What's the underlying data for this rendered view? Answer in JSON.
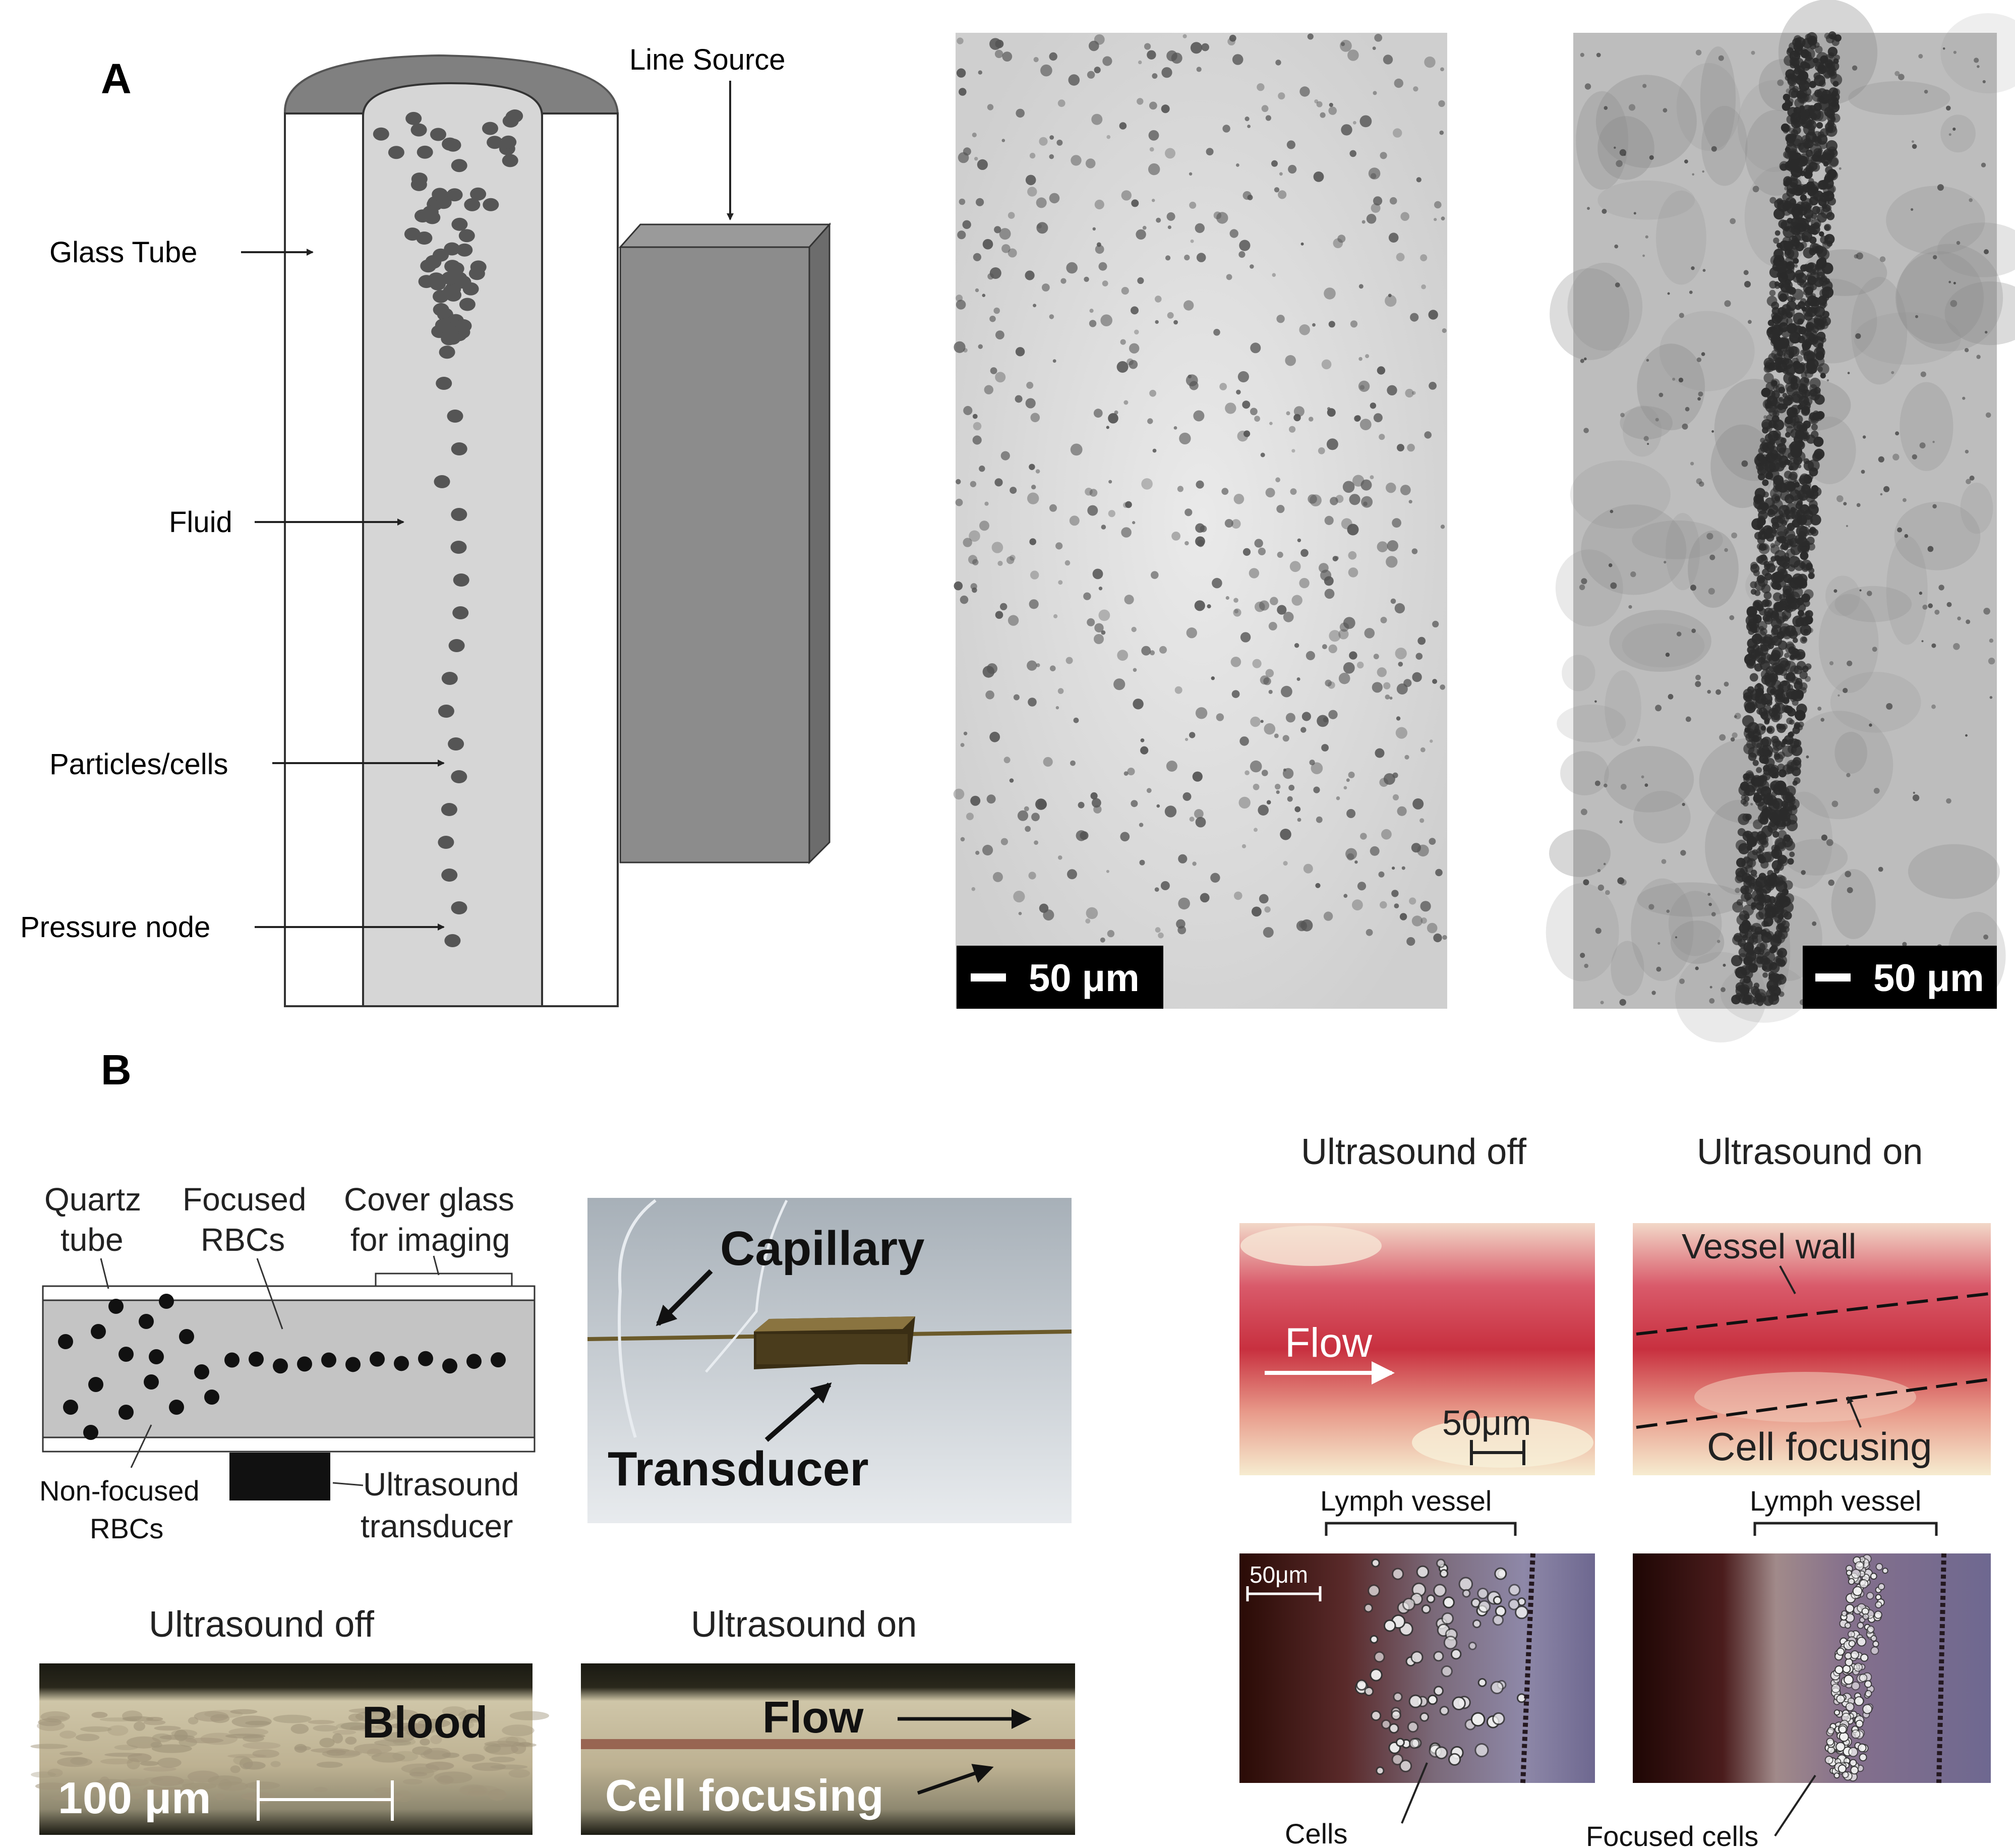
{
  "panel_a": {
    "letter": "A",
    "labels": {
      "line_source": "Line Source",
      "glass_tube": "Glass Tube",
      "fluid": "Fluid",
      "particles": "Particles/cells",
      "pressure_node": "Pressure node"
    },
    "scale_bar_1": "50 μm",
    "scale_bar_2": "50 μm"
  },
  "panel_b": {
    "letter": "B",
    "schematic": {
      "quartz_1": "Quartz",
      "quartz_2": "tube",
      "focused_1": "Focused",
      "focused_2": "RBCs",
      "cover_1": "Cover glass",
      "cover_2": "for imaging",
      "nonfocused_1": "Non-focused",
      "nonfocused_2": "RBCs",
      "us_1": "Ultrasound",
      "us_2": "transducer"
    },
    "photo": {
      "capillary": "Capillary",
      "transducer": "Transducer"
    },
    "bottom_left": {
      "off_title": "Ultrasound off",
      "on_title": "Ultrasound on",
      "blood": "Blood",
      "scale": "100 μm",
      "flow": "Flow",
      "cell_focusing": "Cell focusing"
    },
    "right": {
      "off_title": "Ultrasound off",
      "on_title": "Ultrasound on",
      "flow": "Flow",
      "scale_1": "50μm",
      "vessel_wall": "Vessel wall",
      "cell_focusing": "Cell focusing",
      "lymph_1": "Lymph vessel",
      "lymph_2": "Lymph vessel",
      "scale_2": "50μm",
      "cells": "Cells",
      "focused_cells": "Focused cells"
    }
  }
}
